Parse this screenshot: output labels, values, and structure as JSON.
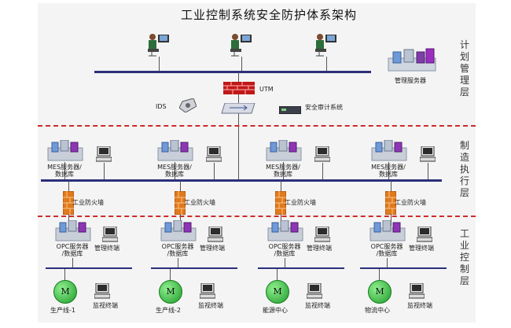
{
  "title": "工业控制系统安全防护体系架构",
  "layers": {
    "plan": "计划管理层",
    "exec": "制造执行层",
    "ctrl": "工业控制层"
  },
  "top": {
    "mgmt_server": "管理服务器",
    "utm": "UTM",
    "ids": "IDS",
    "audit": "安全审计系统"
  },
  "mes_server": [
    "MES服务器/",
    "数据库"
  ],
  "firewall": "工业防火墙",
  "opc_server": [
    "OPC服务器",
    "/数据库"
  ],
  "mgmt_terminal": "管理终端",
  "monitor_terminal": "监视终端",
  "motor_symbol": "M",
  "lines": [
    "生产线-1",
    "生产线-2",
    "能源中心",
    "物流中心"
  ]
}
